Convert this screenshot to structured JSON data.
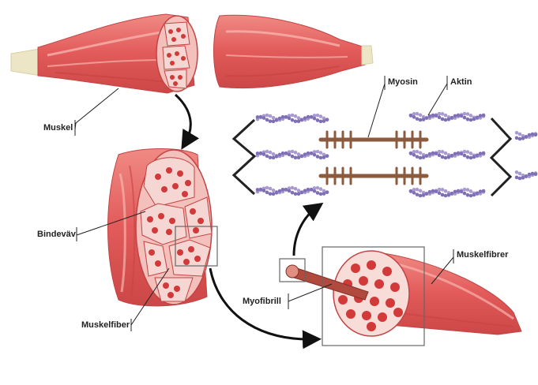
{
  "labels": {
    "muskel": "Muskel",
    "bindevav": "Bindeväv",
    "muskelfiber": "Muskelfiber",
    "myofibrill": "Myofibrill",
    "muskelfibrer": "Muskelfibrer",
    "myosin": "Myosin",
    "aktin": "Aktin"
  },
  "colors": {
    "muscle": "#e25a5a",
    "muscle_light": "#f3a19c",
    "muscle_dark": "#c94141",
    "tendon": "#ece6c7",
    "fascicle_fill": "#f6c9c4",
    "fiber_dot": "#d23a3a",
    "actin": "#a99bd0",
    "actin_dark": "#7f6fb4",
    "myosin": "#9c6a4a",
    "line": "#222222",
    "frame": "#666666"
  }
}
